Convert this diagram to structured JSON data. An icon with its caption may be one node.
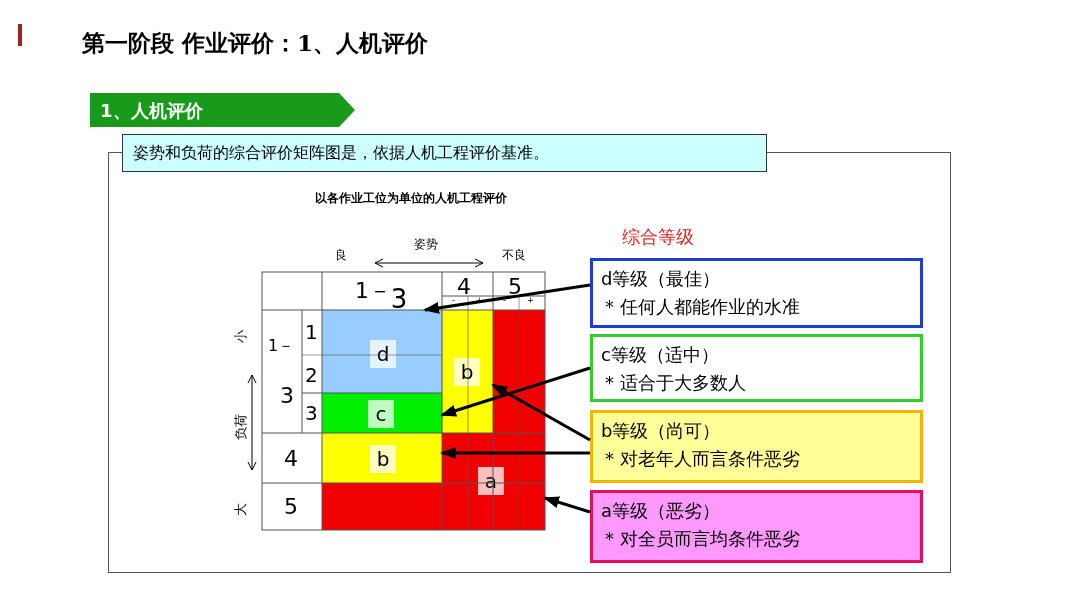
{
  "diagram": {
    "title": "第一阶段 作业评价：1、人机评价",
    "nodes": [
      {
        "text": [
          "1、人机评价"
        ]
      },
      {
        "text": [
          "姿势和负荷的综合评价矩阵图是，依据人机工程评价基准。"
        ]
      },
      {
        "text": [
          "d"
        ]
      },
      {
        "text": [
          "b"
        ]
      },
      {
        "text": [
          "c"
        ]
      },
      {
        "text": [
          "b"
        ]
      },
      {
        "text": [
          "a"
        ]
      },
      {
        "text": [
          "d等级（最佳）",
          "* 任何人都能作业的水准"
        ]
      },
      {
        "text": [
          "c等级（适中）",
          "* 适合于大多数人"
        ]
      },
      {
        "text": [
          "b等级（尚可）",
          "* 对老年人而言条件恶劣"
        ]
      },
      {
        "text": [
          "a等级（恶劣）",
          "* 对全员而言均条件恶劣"
        ]
      }
    ],
    "edges": [
      {
        "from": 7,
        "to": 2,
        "arrow": "to"
      },
      {
        "from": 8,
        "to": 4,
        "arrow": "to"
      },
      {
        "from": 9,
        "to": 3,
        "arrow": "to"
      },
      {
        "from": 9,
        "to": 5,
        "arrow": "to"
      },
      {
        "from": 10,
        "to": 6,
        "arrow": "to"
      }
    ],
    "labels": [
      "以各作业工位为单位的人机工程评价",
      "综合等级",
      "良",
      "姿势",
      "不良",
      "$^{1－}$3",
      "4",
      "5",
      "-",
      "+",
      "-",
      "+",
      "小",
      "负荷",
      "大",
      "1－",
      "3",
      "1",
      "2",
      "3",
      "4",
      "5"
    ]
  }
}
